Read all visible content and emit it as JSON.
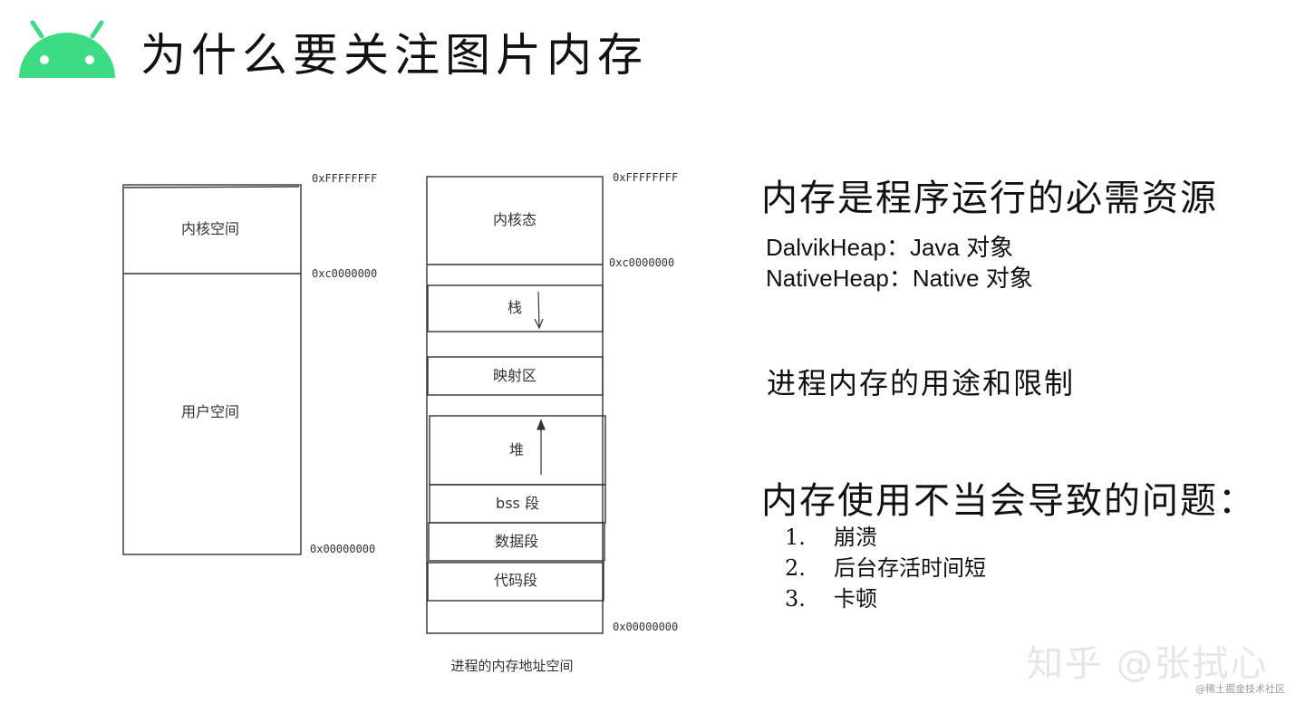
{
  "page": {
    "title": "为什么要关注图片内存",
    "brand_color": "#3ddc84"
  },
  "diagram": {
    "left_labels": {
      "kernel": "内核空间",
      "user": "用户空间"
    },
    "left_addresses": {
      "top": "0xFFFFFFFF",
      "mid": "0xc0000000",
      "bottom": "0x00000000"
    },
    "right_segments": [
      "内核态",
      "栈",
      "映射区",
      "堆",
      "bss 段",
      "数据段",
      "代码段"
    ],
    "right_addresses": {
      "top": "0xFFFFFFFF",
      "mid": "0xc0000000",
      "bottom": "0x00000000"
    },
    "caption": "进程的内存地址空间"
  },
  "content": {
    "heading1": "内存是程序运行的必需资源",
    "heap_lines": [
      "DalvikHeap：Java 对象",
      "NativeHeap：Native 对象"
    ],
    "heading2": "进程内存的用途和限制",
    "heading3": "内存使用不当会导致的问题：",
    "problems": [
      {
        "num": "1.",
        "text": "崩溃"
      },
      {
        "num": "2.",
        "text": "后台存活时间短"
      },
      {
        "num": "3.",
        "text": "卡顿"
      }
    ]
  },
  "watermark": {
    "text": "知乎 @张拭心",
    "source": "@稀土掘金技术社区"
  }
}
